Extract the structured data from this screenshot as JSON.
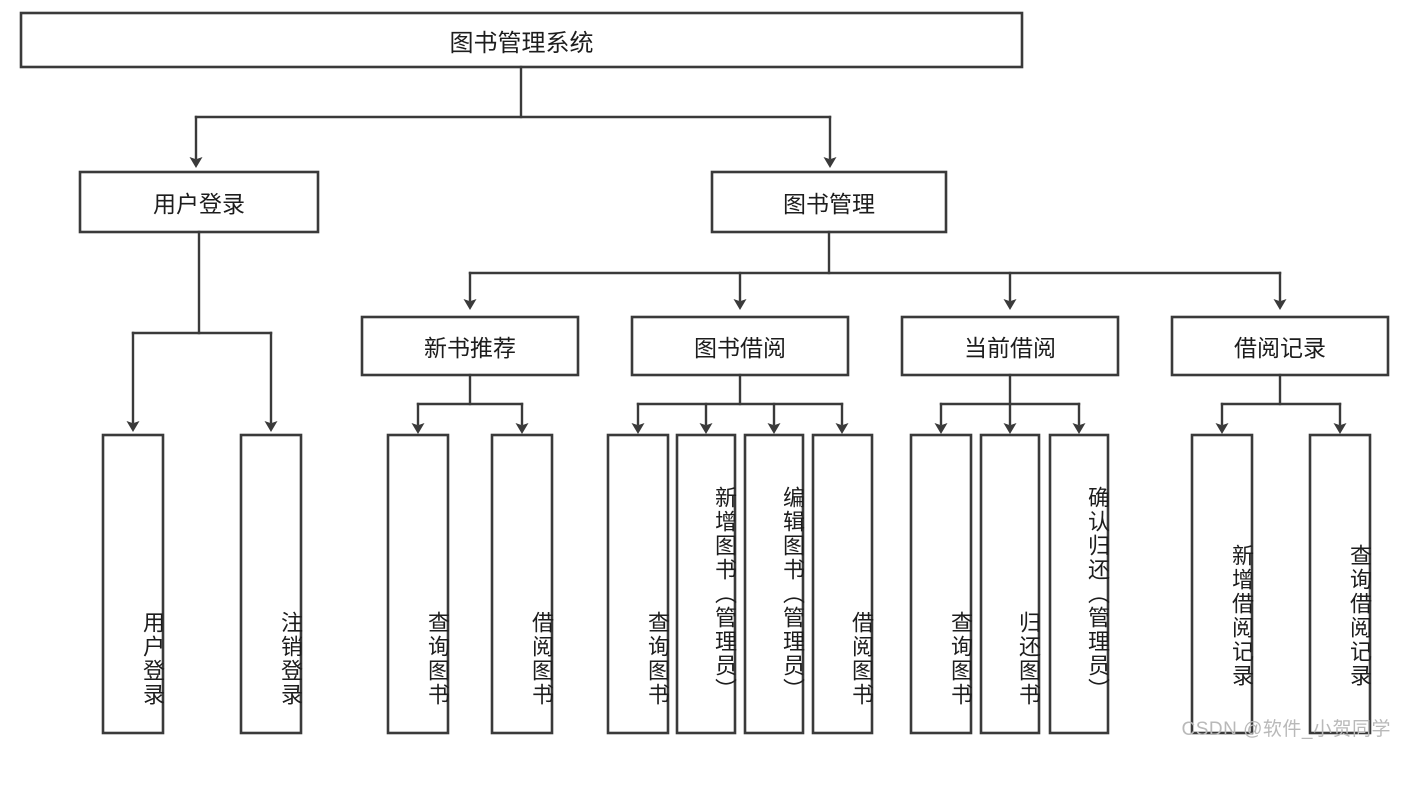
{
  "diagram": {
    "title": "图书管理系统",
    "watermark": "CSDN @软件_小贺同学",
    "colors": {
      "stroke": "#3a3a3a",
      "fill": "#ffffff",
      "text": "#1d1d1d",
      "watermark": "#b9b9b9",
      "background": "#ffffff"
    },
    "root": {
      "label": "图书管理系统"
    },
    "level2": [
      {
        "label": "用户登录"
      },
      {
        "label": "图书管理"
      }
    ],
    "level3": [
      {
        "label": "新书推荐"
      },
      {
        "label": "图书借阅"
      },
      {
        "label": "当前借阅"
      },
      {
        "label": "借阅记录"
      }
    ],
    "leaves": {
      "user_login": [
        {
          "label": "用户登录"
        },
        {
          "label": "注销登录"
        }
      ],
      "new_book_recommend": [
        {
          "label": "查询图书"
        },
        {
          "label": "借阅图书"
        }
      ],
      "book_borrow": [
        {
          "label": "查询图书"
        },
        {
          "label": "新增图书（管理员）"
        },
        {
          "label": "编辑图书（管理员）"
        },
        {
          "label": "借阅图书"
        }
      ],
      "current_borrow": [
        {
          "label": "查询图书"
        },
        {
          "label": "归还图书"
        },
        {
          "label": "确认归还（管理员）"
        }
      ],
      "borrow_record": [
        {
          "label": "新增借阅记录"
        },
        {
          "label": "查询借阅记录"
        }
      ]
    }
  }
}
